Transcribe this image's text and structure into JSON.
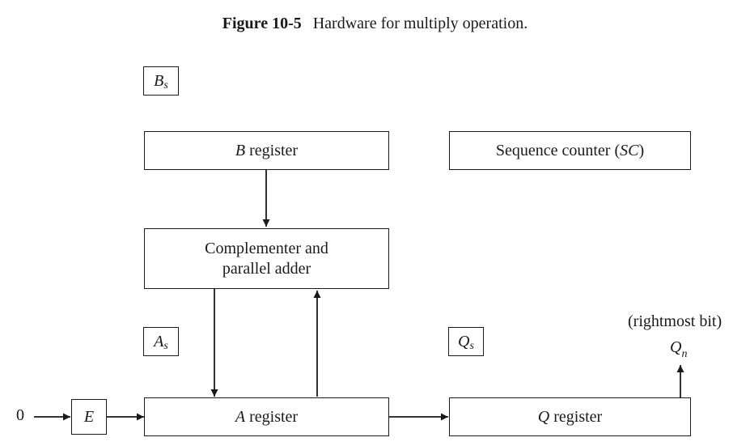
{
  "caption": {
    "figure_label": "Figure 10-5",
    "title": "Hardware for multiply operation."
  },
  "bs": {
    "main": "B",
    "sub": "s"
  },
  "b_register": {
    "name": "B",
    "text": " register"
  },
  "sequence_counter": {
    "text": "Sequence counter (",
    "abbr": "SC",
    "close": ")"
  },
  "adder": {
    "line1": "Complementer and",
    "line2": "parallel adder"
  },
  "as": {
    "main": "A",
    "sub": "s"
  },
  "qs": {
    "main": "Q",
    "sub": "s"
  },
  "rightmost": {
    "text": "(rightmost bit)"
  },
  "qn": {
    "main": "Q",
    "sub": "n"
  },
  "zero_input": "0",
  "e_flipflop": "E",
  "a_register": {
    "name": "A",
    "text": " register"
  },
  "q_register": {
    "name": "Q",
    "text": " register"
  }
}
